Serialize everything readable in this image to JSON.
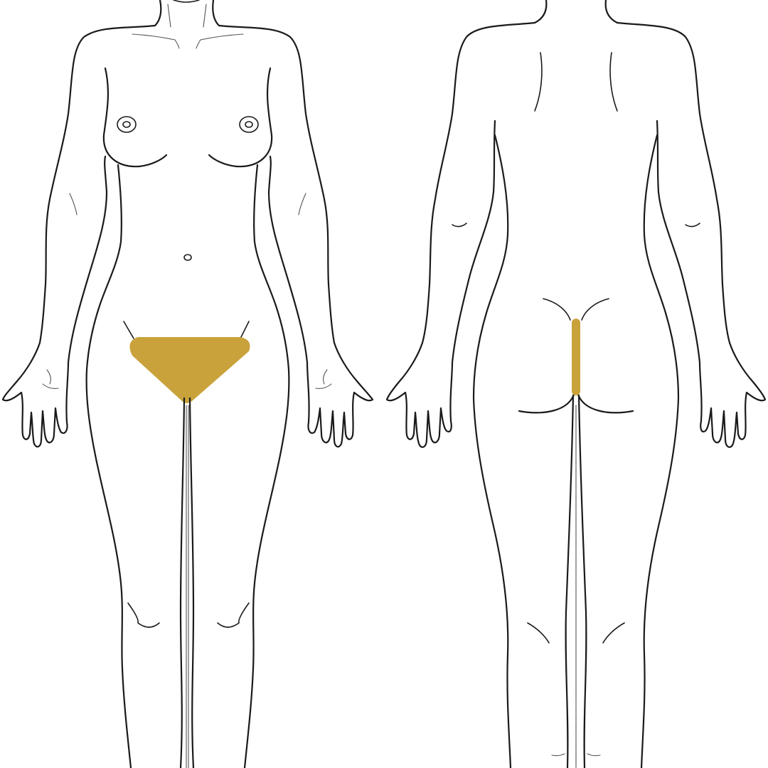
{
  "figures": [
    {
      "view": "front",
      "highlighted_zone": "bikini-triangle",
      "highlight_color": "#C9A23B"
    },
    {
      "view": "back",
      "highlighted_zone": "intergluteal-strip",
      "highlight_color": "#C9A23B"
    }
  ],
  "colors": {
    "outline": "#1a1a1a",
    "background": "#ffffff",
    "highlight": "#C9A23B"
  }
}
